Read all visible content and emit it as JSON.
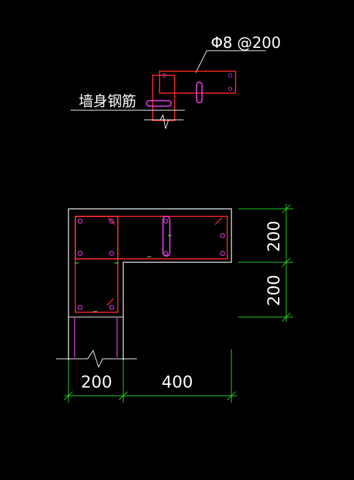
{
  "labels": {
    "rebar_spec": "Φ8 @200",
    "wall_rebar": "墙身钢筋",
    "dim_vertical_top": "200",
    "dim_vertical_bottom": "200",
    "dim_horizontal_left": "200",
    "dim_horizontal_right": "400"
  },
  "colors": {
    "background": "#000000",
    "outline": "#ffffff",
    "stirrup": "#ff2a2a",
    "bar": "#cc33cc",
    "tie": "#ff40ff",
    "dimension": "#22dd22",
    "marker": "#66ff33"
  }
}
